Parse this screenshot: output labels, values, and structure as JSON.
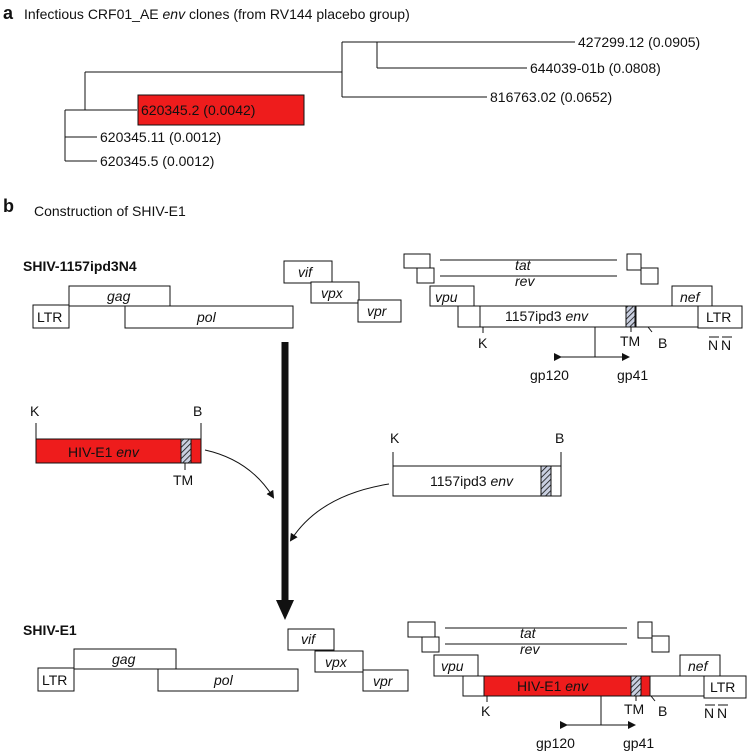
{
  "panel_a": {
    "letter": "a",
    "title_pre": "Infectious CRF01_AE ",
    "title_em": "env",
    "title_post": " clones (from RV144 placebo group)",
    "leaves": [
      "427299.12 (0.0905)",
      "644039-01b (0.0808)",
      "816763.02 (0.0652)",
      "620345.2 (0.0042)",
      "620345.11 (0.0012)",
      "620345.5 (0.0012)"
    ],
    "highlight_color": "#ee1c1c"
  },
  "panel_b": {
    "letter": "b",
    "title": "Construction of SHIV-E1",
    "construct1": "SHIV-1157ipd3N4",
    "construct2": "SHIV-E1",
    "genes": {
      "ltr": "LTR",
      "gag": "gag",
      "pol": "pol",
      "vif": "vif",
      "vpx": "vpx",
      "vpr": "vpr",
      "tat": "tat",
      "rev": "rev",
      "vpu": "vpu",
      "nef": "nef"
    },
    "env1157_pre": "1157ipd3 ",
    "env_em": "env",
    "envE1_pre": "HIV-E1 ",
    "site_k": "K",
    "site_b": "B",
    "site_n": "N",
    "tm": "TM",
    "gp120": "gp120",
    "gp41": "gp41"
  }
}
